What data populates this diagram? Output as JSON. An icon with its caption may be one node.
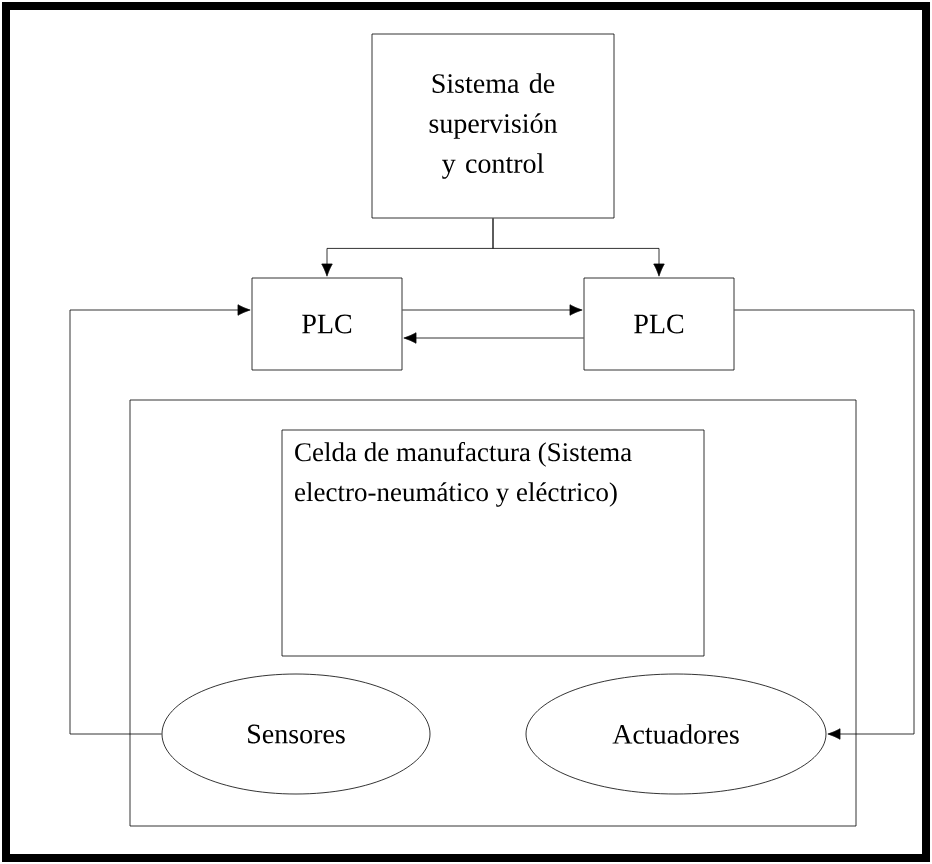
{
  "diagram": {
    "nodes": [
      {
        "text": [
          "Sistema de supervisión y control"
        ]
      },
      {
        "text": [
          "PLC"
        ]
      },
      {
        "text": [
          "PLC"
        ]
      },
      {
        "text": [],
        "shape": "box"
      },
      {
        "text": [
          "Celda de manufactura (Sistema electro-neumático y eléctrico)"
        ],
        "in": 3
      },
      {
        "text": [
          "Sensores"
        ],
        "in": 3
      },
      {
        "text": [
          "Actuadores"
        ],
        "in": 3
      }
    ],
    "edges": [
      {
        "from": 0,
        "to": 1,
        "arrow": "to"
      },
      {
        "from": 0,
        "to": 2,
        "arrow": "to"
      },
      {
        "from": 1,
        "to": 2,
        "arrow": "to"
      },
      {
        "from": 2,
        "to": 1,
        "arrow": "to"
      },
      {
        "from": 5,
        "to": 1,
        "arrow": "to"
      },
      {
        "from": 2,
        "to": 6,
        "arrow": "to"
      }
    ]
  }
}
